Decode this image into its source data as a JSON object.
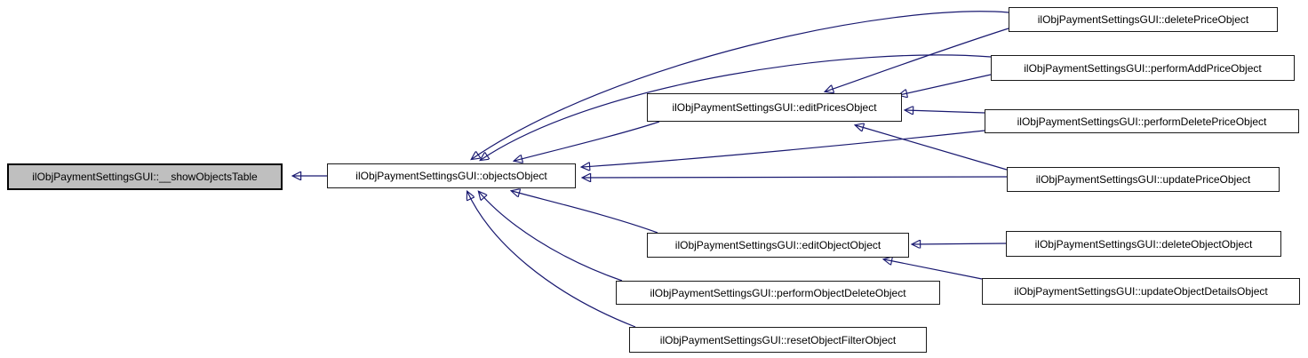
{
  "diagram": {
    "kind": "doxygen-caller-graph",
    "colors": {
      "edge": "#191970",
      "node_background": "#ffffff",
      "node_border": "#000000",
      "highlighted_node_background": "#bfbfbf"
    }
  },
  "nodes": [
    {
      "id": "showObjectsTable",
      "label": "ilObjPaymentSettingsGUI::__showObjectsTable",
      "highlighted": true
    },
    {
      "id": "objectsObject",
      "label": "ilObjPaymentSettingsGUI::objectsObject",
      "highlighted": false
    },
    {
      "id": "editPricesObject",
      "label": "ilObjPaymentSettingsGUI::editPricesObject",
      "highlighted": false
    },
    {
      "id": "deletePriceObject",
      "label": "ilObjPaymentSettingsGUI::deletePriceObject",
      "highlighted": false
    },
    {
      "id": "performAddPriceObject",
      "label": "ilObjPaymentSettingsGUI::performAddPriceObject",
      "highlighted": false
    },
    {
      "id": "performDeletePriceObject",
      "label": "ilObjPaymentSettingsGUI::performDeletePriceObject",
      "highlighted": false
    },
    {
      "id": "updatePriceObject",
      "label": "ilObjPaymentSettingsGUI::updatePriceObject",
      "highlighted": false
    },
    {
      "id": "editObjectObject",
      "label": "ilObjPaymentSettingsGUI::editObjectObject",
      "highlighted": false
    },
    {
      "id": "deleteObjectObject",
      "label": "ilObjPaymentSettingsGUI::deleteObjectObject",
      "highlighted": false
    },
    {
      "id": "performObjectDeleteObject",
      "label": "ilObjPaymentSettingsGUI::performObjectDeleteObject",
      "highlighted": false
    },
    {
      "id": "updateObjectDetailsObject",
      "label": "ilObjPaymentSettingsGUI::updateObjectDetailsObject",
      "highlighted": false
    },
    {
      "id": "resetObjectFilterObject",
      "label": "ilObjPaymentSettingsGUI::resetObjectFilterObject",
      "highlighted": false
    }
  ],
  "edges": [
    {
      "from": "objectsObject",
      "to": "showObjectsTable"
    },
    {
      "from": "deletePriceObject",
      "to": "objectsObject"
    },
    {
      "from": "performAddPriceObject",
      "to": "objectsObject"
    },
    {
      "from": "editPricesObject",
      "to": "objectsObject"
    },
    {
      "from": "performDeletePriceObject",
      "to": "objectsObject"
    },
    {
      "from": "updatePriceObject",
      "to": "objectsObject"
    },
    {
      "from": "editObjectObject",
      "to": "objectsObject"
    },
    {
      "from": "performObjectDeleteObject",
      "to": "objectsObject"
    },
    {
      "from": "resetObjectFilterObject",
      "to": "objectsObject"
    },
    {
      "from": "deletePriceObject",
      "to": "editPricesObject"
    },
    {
      "from": "performAddPriceObject",
      "to": "editPricesObject"
    },
    {
      "from": "performDeletePriceObject",
      "to": "editPricesObject"
    },
    {
      "from": "updatePriceObject",
      "to": "editPricesObject"
    },
    {
      "from": "deleteObjectObject",
      "to": "editObjectObject"
    },
    {
      "from": "updateObjectDetailsObject",
      "to": "editObjectObject"
    }
  ]
}
